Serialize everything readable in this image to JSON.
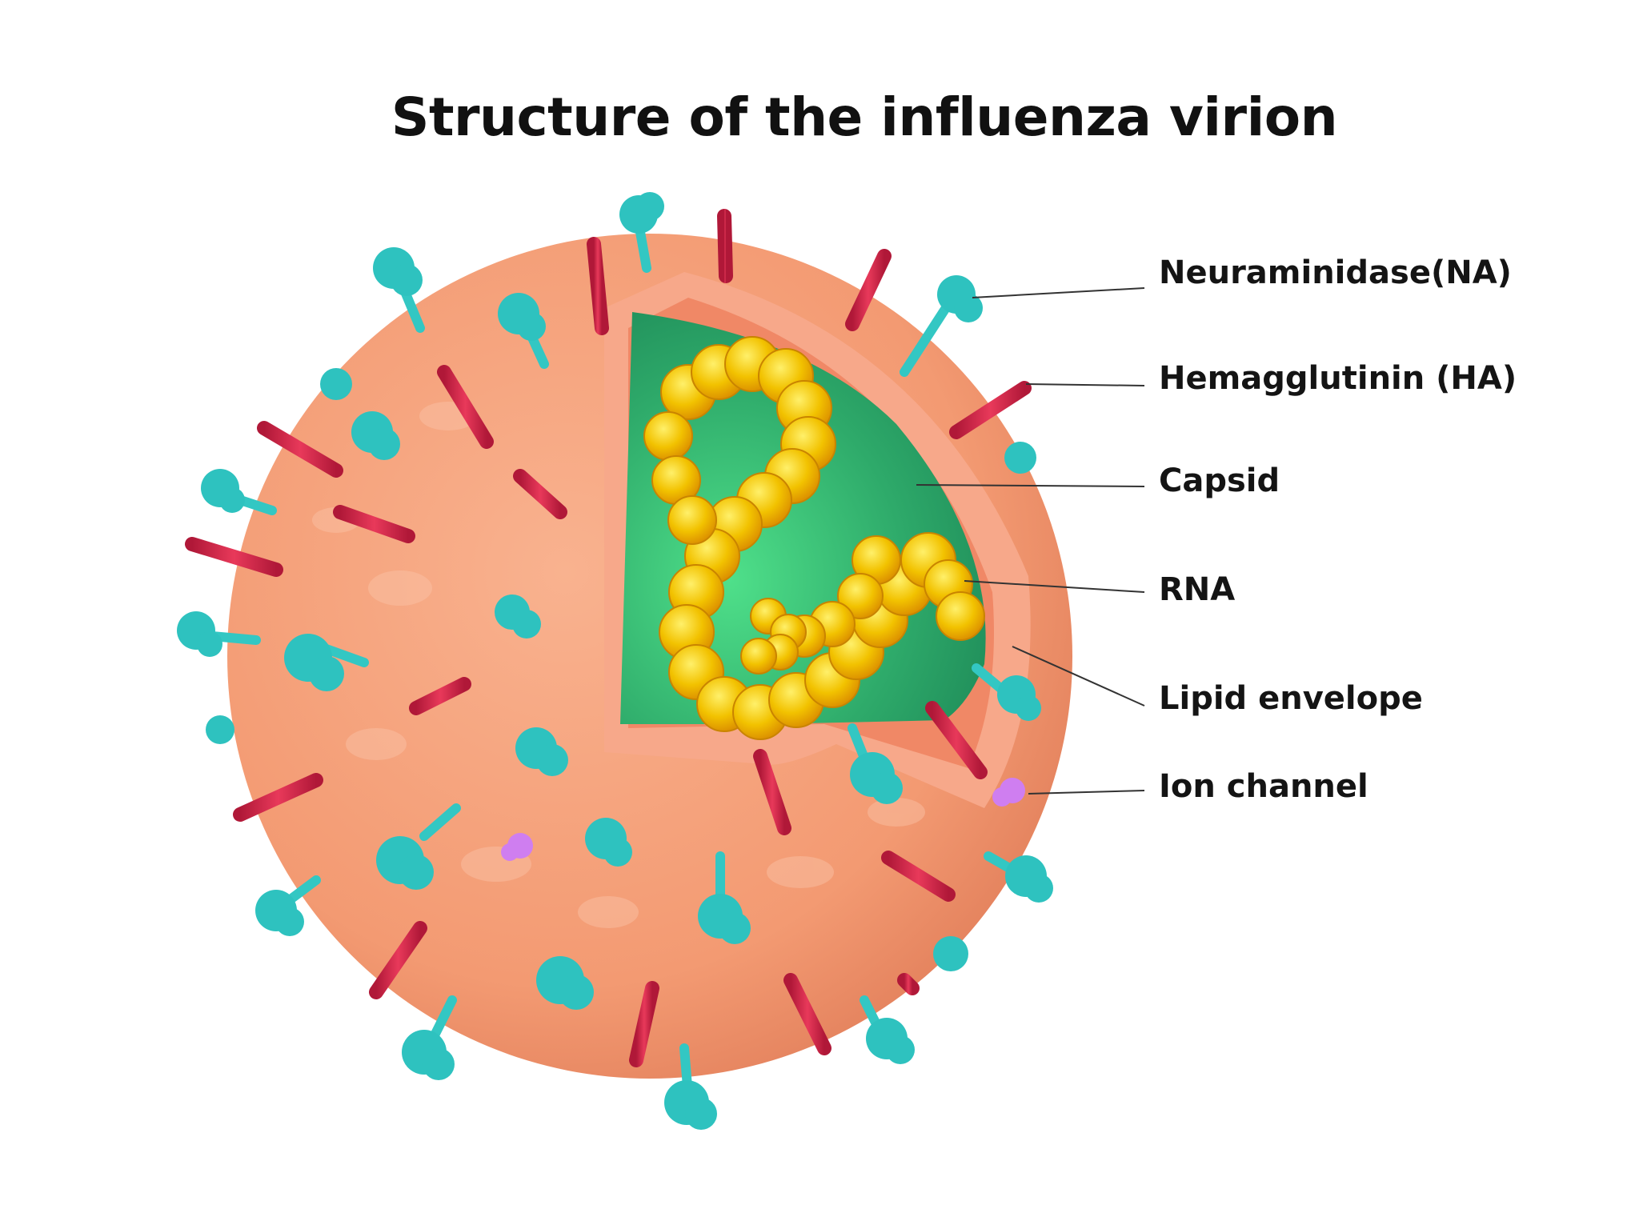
{
  "title": "Structure of the influenza virion",
  "labels": {
    "neuraminidase": "Neuraminidase(NA)",
    "hemagglutinin": "Hemagglutinin (HA)",
    "capsid": "Capsid",
    "rna": "RNA",
    "lipid_envelope": "Lipid envelope",
    "ion_channel": "Ion channel"
  },
  "colors": {
    "envelope": "#f39a72",
    "envelope_edge": "#e98864",
    "capsid": "#2fb36e",
    "hemagglutinin": "#d9294a",
    "neuraminidase": "#33c7c3",
    "ion_channel": "#cf7ef0",
    "rna": "#f0b400"
  }
}
